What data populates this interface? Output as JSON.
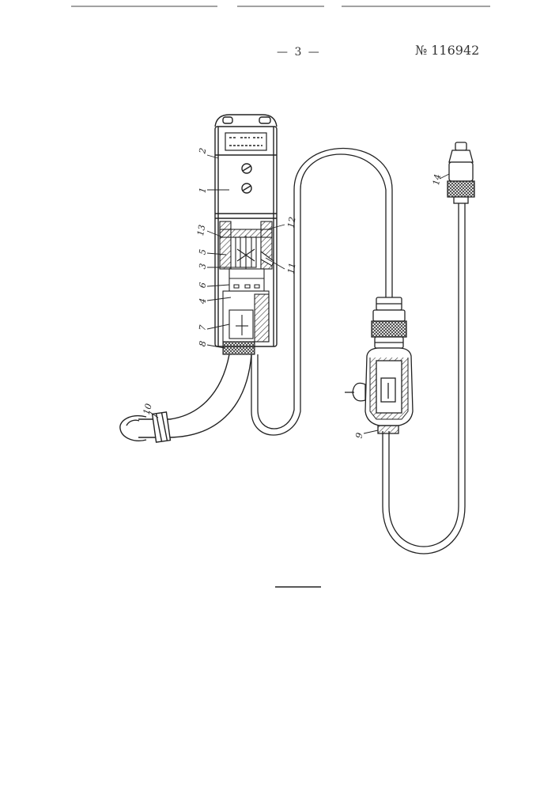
{
  "header": {
    "page_number": "— 3 —",
    "patent_number": "№ 116942"
  },
  "figure": {
    "labels": [
      "1",
      "2",
      "3",
      "4",
      "5",
      "6",
      "7",
      "8",
      "9",
      "10",
      "11",
      "12",
      "13",
      "14"
    ]
  }
}
